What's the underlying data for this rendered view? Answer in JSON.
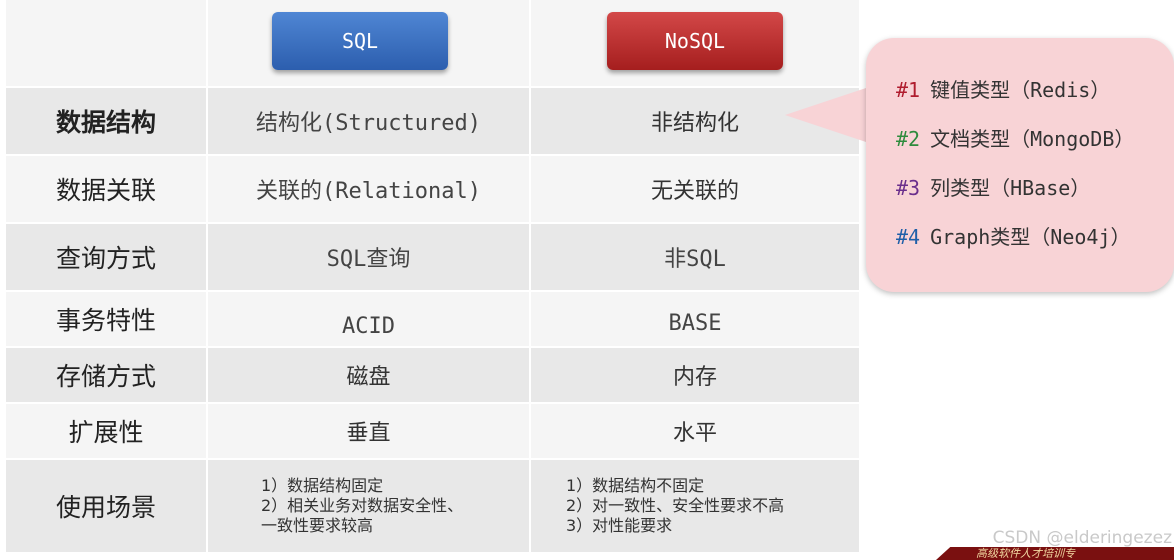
{
  "header": {
    "sql_label": "SQL",
    "nosql_label": "NoSQL"
  },
  "rows": [
    {
      "label": "数据结构",
      "sql": "结构化(Structured)",
      "nosql": "非结构化"
    },
    {
      "label": "数据关联",
      "sql": "关联的(Relational)",
      "nosql": "无关联的"
    },
    {
      "label": "查询方式",
      "sql": "SQL查询",
      "nosql": "非SQL"
    },
    {
      "label": "事务特性",
      "sql": "ACID",
      "nosql": "BASE"
    },
    {
      "label": "存储方式",
      "sql": "磁盘",
      "nosql": "内存"
    },
    {
      "label": "扩展性",
      "sql": "垂直",
      "nosql": "水平"
    },
    {
      "label": "使用场景",
      "sql_items": [
        "1）数据结构固定",
        "2）相关业务对数据安全性、",
        "一致性要求较高"
      ],
      "nosql_items": [
        "1）数据结构不固定",
        "2）对一致性、安全性要求不高",
        "3）对性能要求"
      ]
    }
  ],
  "callout": {
    "items": [
      {
        "num": "#1",
        "text": "键值类型（Redis）",
        "color": "#b01c2e"
      },
      {
        "num": "#2",
        "text": "文档类型（MongoDB）",
        "color": "#2e8b3d"
      },
      {
        "num": "#3",
        "text": "列类型（HBase）",
        "color": "#6a2e8c"
      },
      {
        "num": "#4",
        "text": "Graph类型（Neo4j）",
        "color": "#1f5fa8"
      }
    ]
  },
  "watermark": "CSDN @elderingezez",
  "banner_text": "高级软件人才培训专"
}
